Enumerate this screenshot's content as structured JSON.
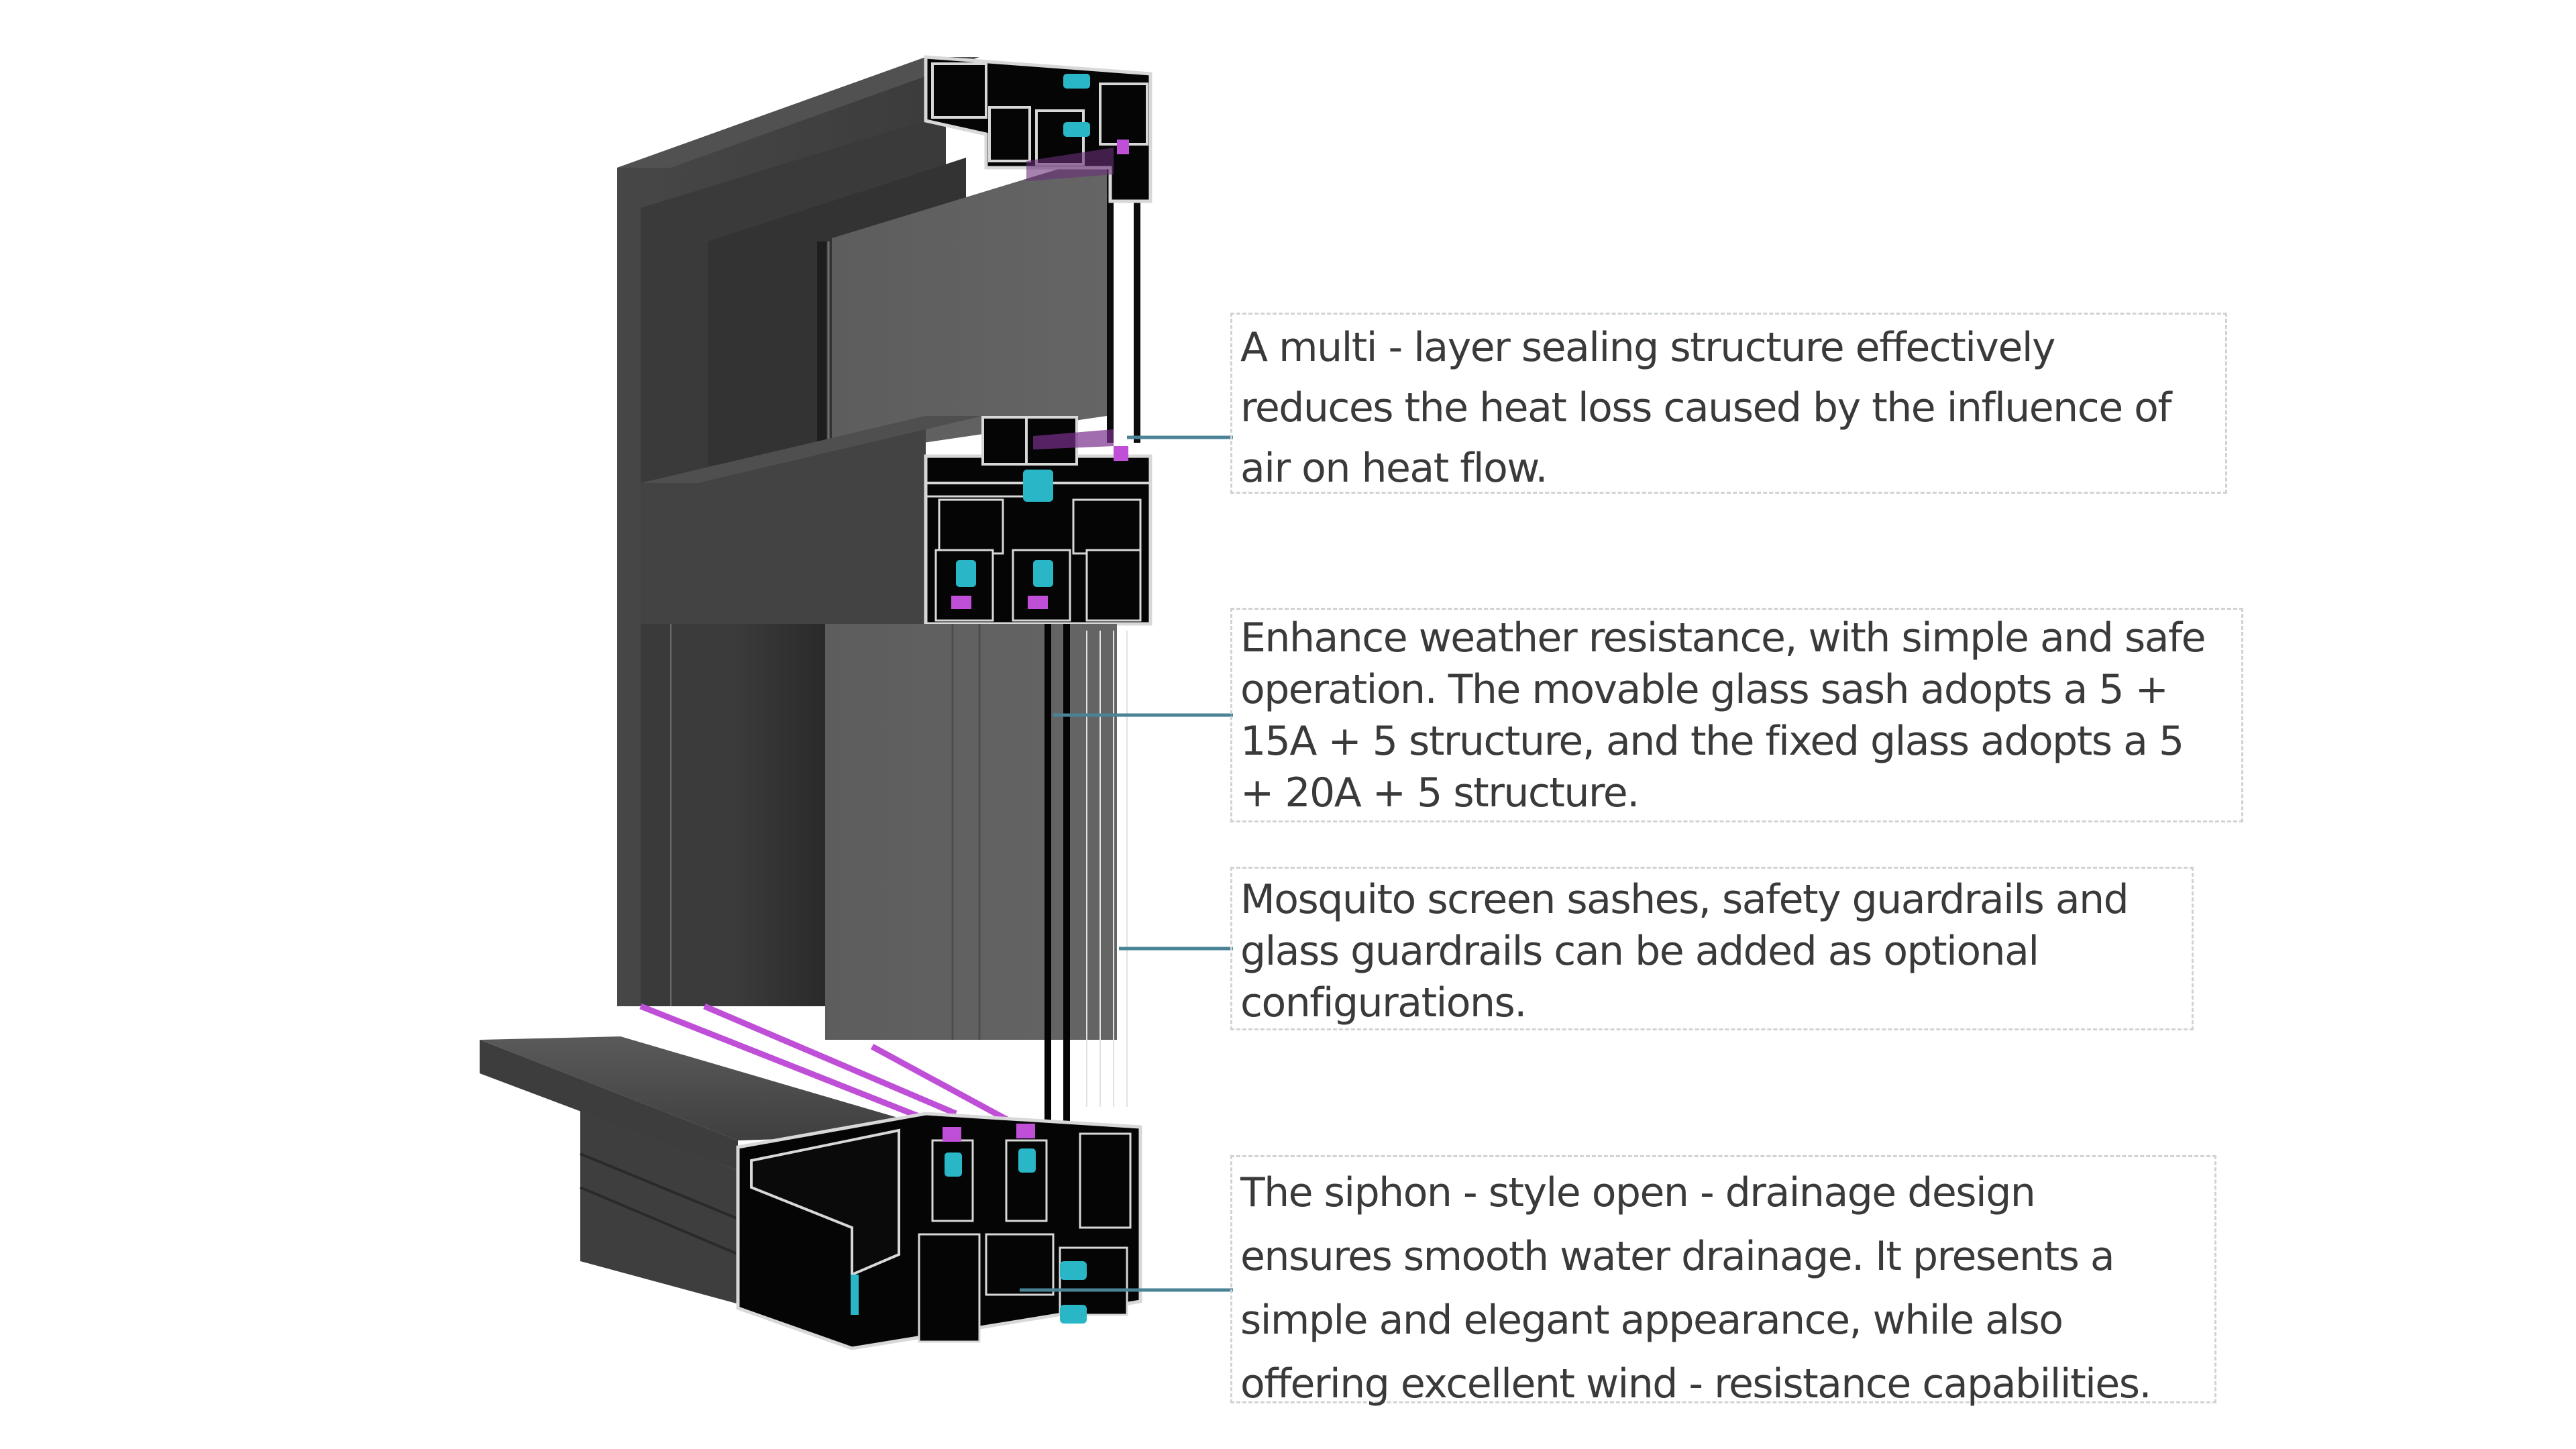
{
  "diagram": {
    "subject": "Aluminium window profile cross-section",
    "colors": {
      "background": "#ffffff",
      "frame": "#4a4a4a",
      "frame_dark": "#2b2b2b",
      "frame_light": "#5e5e5e",
      "glass": "#606061",
      "profile_section": "#050505",
      "profile_outline": "#d8d8d8",
      "gasket": "#29b6c6",
      "seal_strip": "#c04fd8",
      "leader_line": "#4a8296",
      "callout_border": "#cfd3d6",
      "text": "#3a3a3a"
    },
    "callouts": [
      {
        "id": "sealing",
        "text": "A multi - layer sealing structure effectively\nreduces the heat loss caused by the influence of\n air on heat flow."
      },
      {
        "id": "glass-structure",
        "text": "Enhance weather resistance, with simple and safe\n operation. The movable glass sash adopts a 5 +\n15A + 5 structure, and the fixed glass adopts a 5\n+ 20A + 5 structure."
      },
      {
        "id": "optional-configurations",
        "text": "Mosquito screen sashes, safety guardrails and\nglass guardrails can be added as optional\nconfigurations."
      },
      {
        "id": "drainage",
        "text": "The siphon - style open - drainage design\nensures smooth water drainage. It presents a\nsimple and elegant appearance, while also\noffering excellent wind - resistance capabilities."
      }
    ]
  }
}
